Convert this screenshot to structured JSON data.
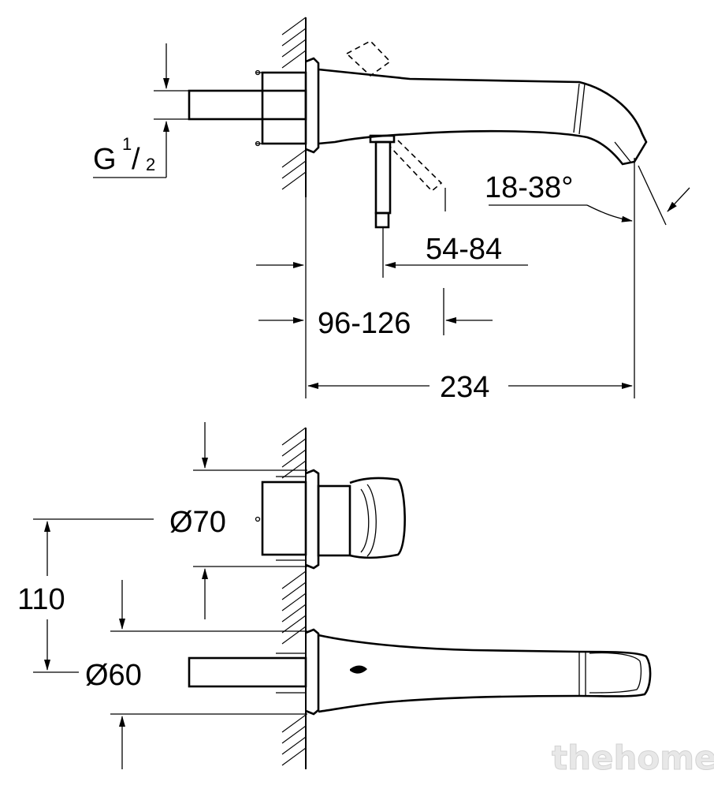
{
  "dimensions": {
    "thread": {
      "prefix": "G",
      "numerator": "1",
      "denominator": "2"
    },
    "angle": "18-38°",
    "lever_offset": "54-84",
    "wall_depth": "96-126",
    "spout_length": "234",
    "handle_diameter": "Ø70",
    "spacing": "110",
    "spout_rosette_diameter": "Ø60"
  },
  "watermark": "thehome",
  "colors": {
    "line": "#000000",
    "background": "#ffffff",
    "watermark": "#e8e8e8"
  }
}
